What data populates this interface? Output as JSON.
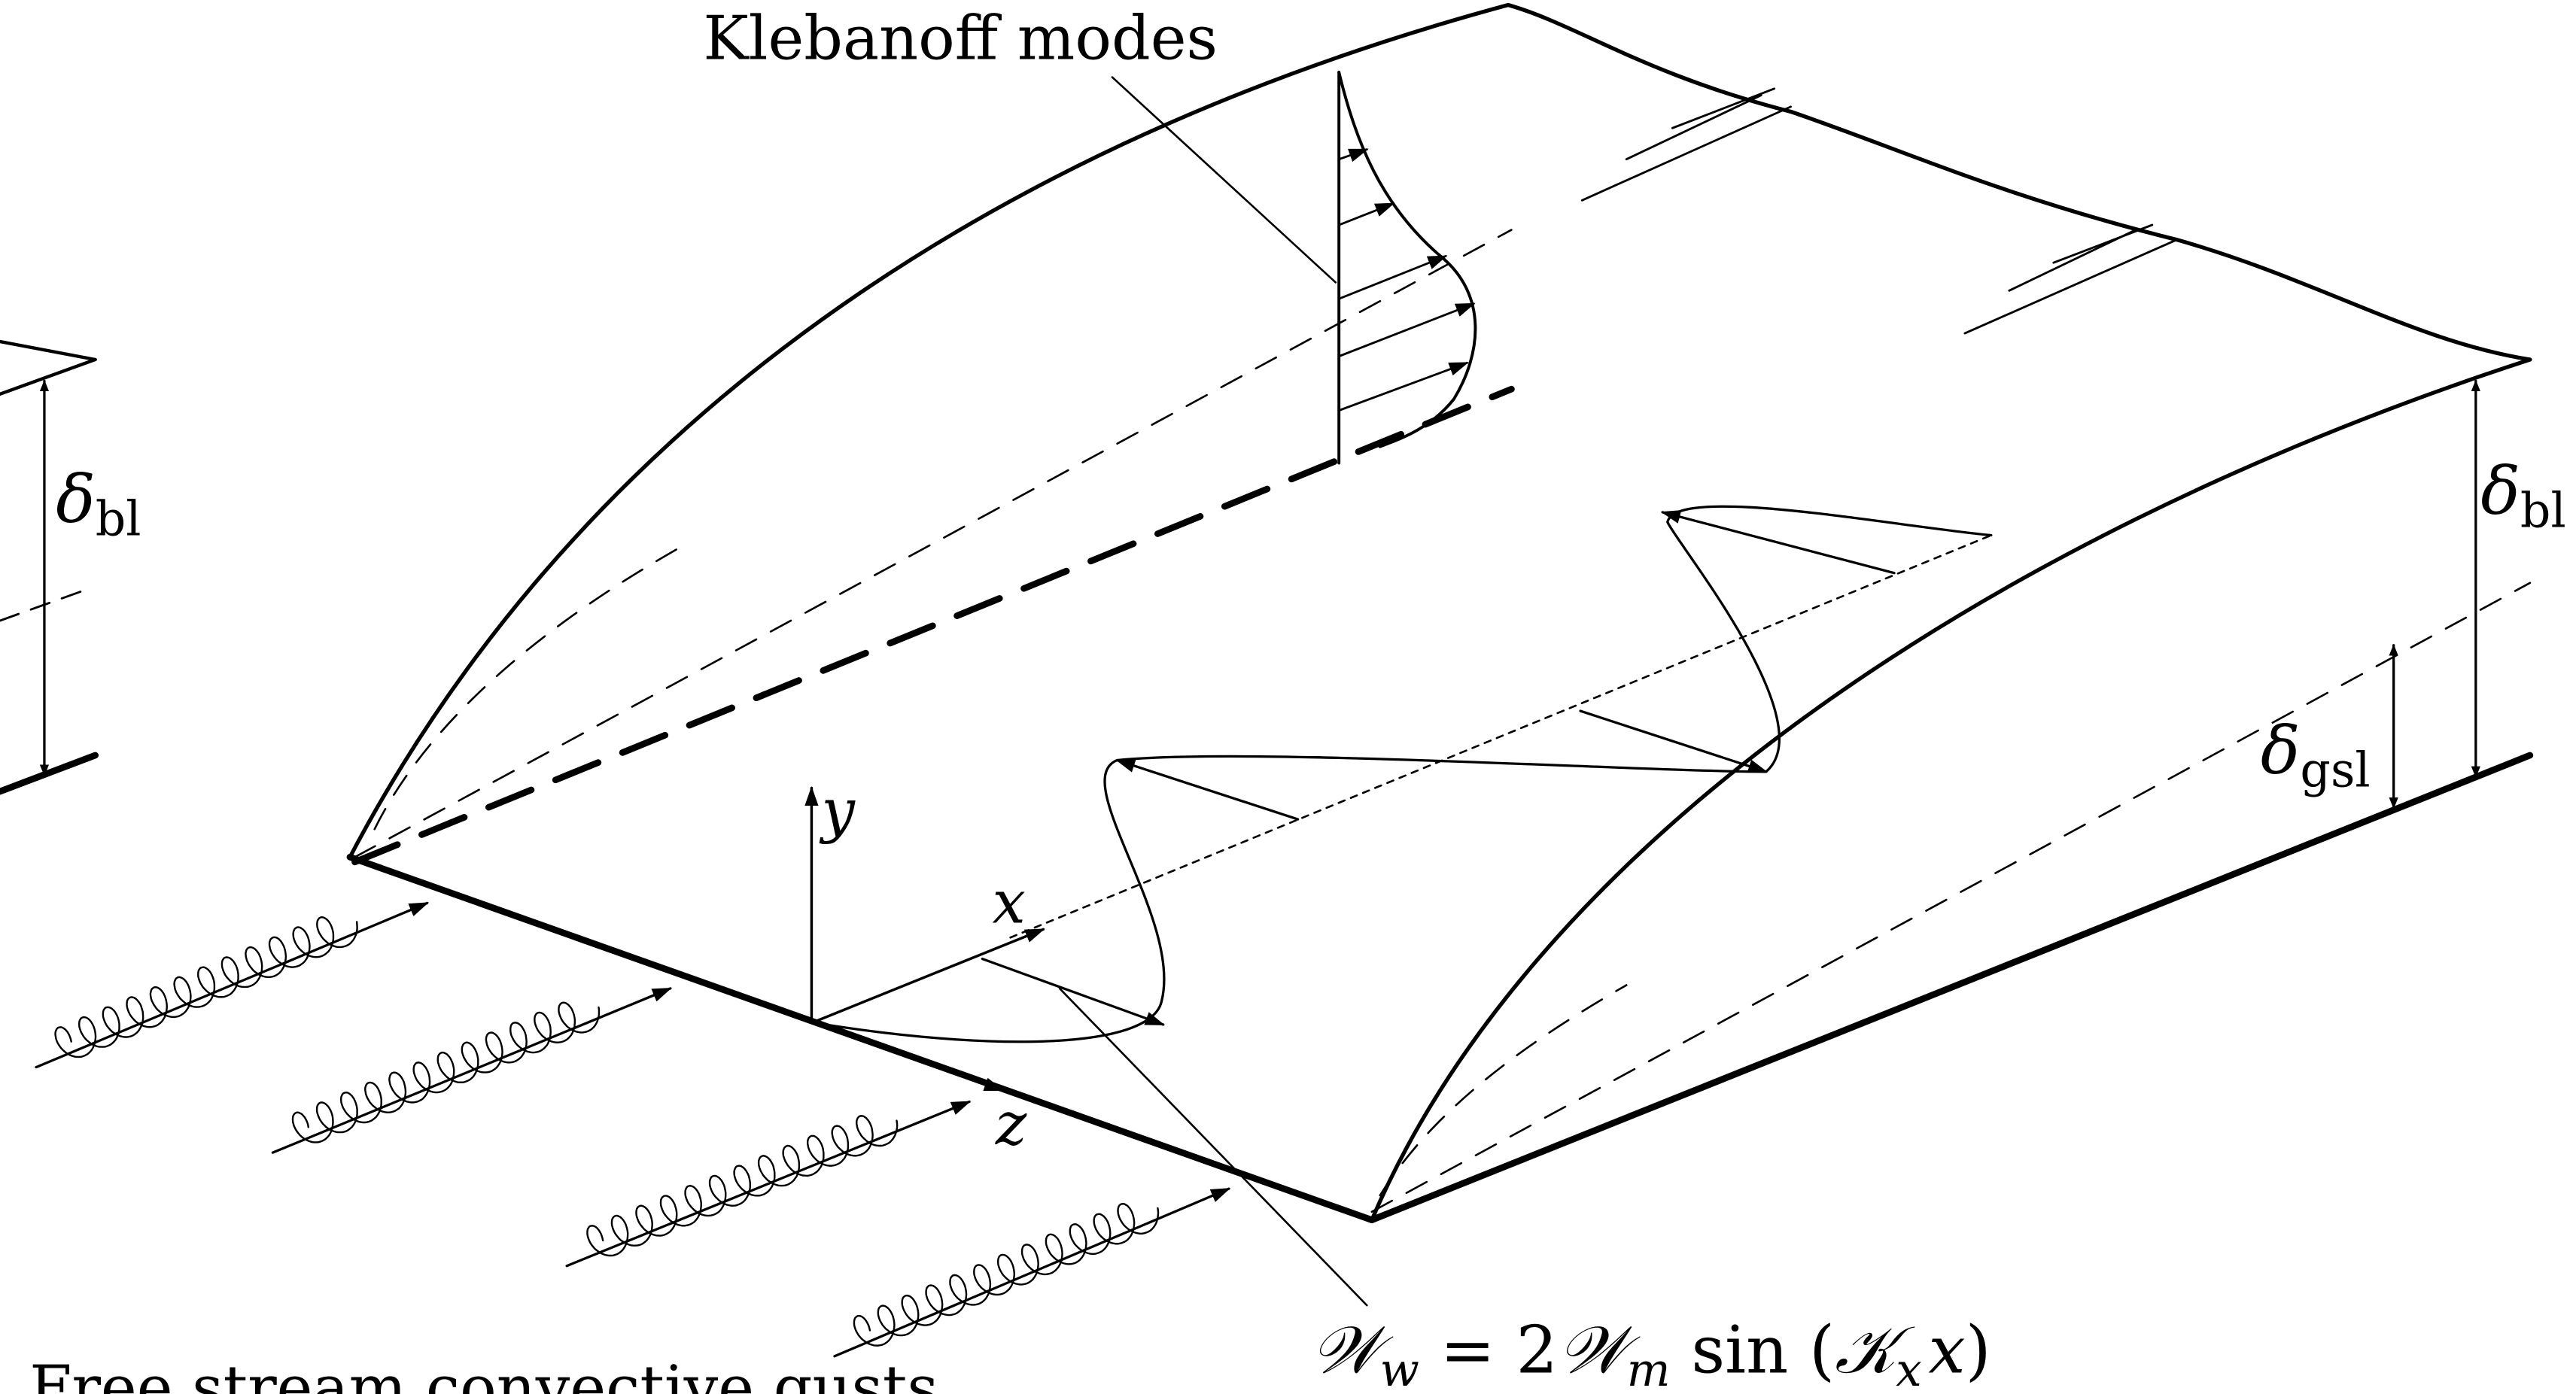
{
  "labels": {
    "klebanoff": "Klebanoff modes",
    "delta_sym": "δ",
    "bl_sub": "bl",
    "gsl_sub": "gsl",
    "axis_y": "y",
    "axis_x": "x",
    "axis_z": "z",
    "eq_W": "𝒲",
    "eq_w_sub": "w",
    "eq_eq": " = 2",
    "eq_m_sub": "m",
    "eq_sin": " sin (",
    "eq_K": "𝒦",
    "eq_K_sub": "x",
    "eq_x": "x",
    "eq_close": ")",
    "gusts": "Free stream convective gusts"
  }
}
